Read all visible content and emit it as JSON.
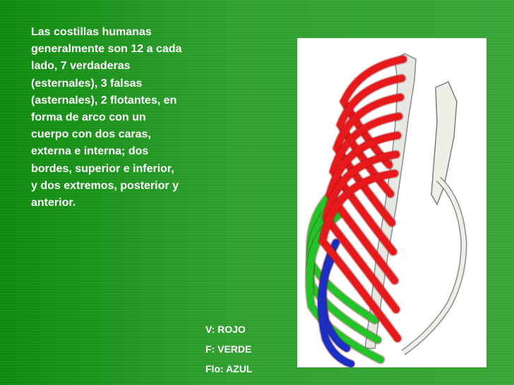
{
  "description": "Las costillas humanas generalmente son 12 a cada lado, 7 verdaderas (esternales), 3 falsas (asternales), 2 flotantes, en forma de arco con un cuerpo con dos caras, externa e interna; dos bordes, superior e inferior, y dos extremos, posterior y anterior.",
  "legend": {
    "true_ribs": "V: ROJO",
    "false_ribs": "F: VERDE",
    "floating_ribs": "Flo: AZUL"
  },
  "colors": {
    "true_ribs": "#e8191b",
    "false_ribs": "#22c42a",
    "floating_ribs": "#1a2fc4",
    "bone": "#f1f1ec",
    "outline": "#7c7c7c"
  },
  "figure": {
    "icon": "rib-cage-illustration",
    "true_rib_count": 7,
    "false_rib_count": 3,
    "floating_rib_count": 2
  }
}
